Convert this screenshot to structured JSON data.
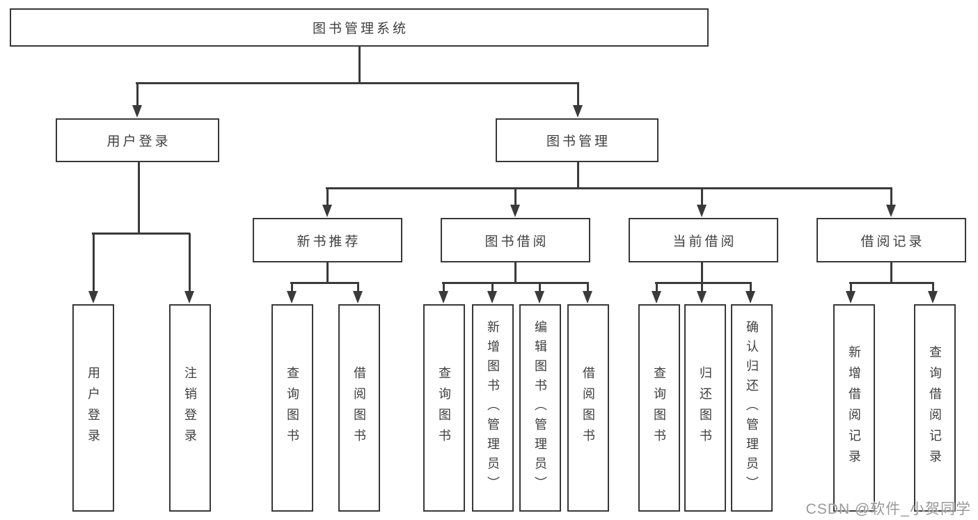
{
  "diagram": {
    "root": "图书管理系统",
    "level2": {
      "user_login": "用户登录",
      "book_mgmt": "图书管理"
    },
    "level3": {
      "new_book_rec": "新书推荐",
      "book_borrow": "图书借阅",
      "current_borrow": "当前借阅",
      "borrow_records": "借阅记录"
    },
    "leaves": {
      "user_login": "用户登录",
      "logout": "注销登录",
      "rec_query_book": "查询图书",
      "rec_borrow_book": "借阅图书",
      "bb_query_book": "查询图书",
      "bb_add_book": "新增图书（管理员）",
      "bb_edit_book": "编辑图书（管理员）",
      "bb_borrow_book": "借阅图书",
      "cb_query_book": "查询图书",
      "cb_return_book": "归还图书",
      "cb_confirm_return": "确认归还（管理员）",
      "br_add_record": "新增借阅记录",
      "br_query_record": "查询借阅记录"
    }
  },
  "watermark": {
    "text": "CSDN @软件_小贺同学"
  },
  "colors": {
    "line": "#3a3a3a",
    "border": "#383838",
    "text": "#3f3f3f",
    "background": "#ffffff",
    "watermark": "#999999"
  }
}
